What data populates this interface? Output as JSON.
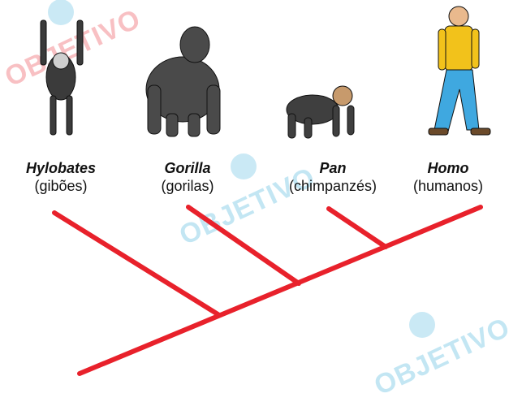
{
  "taxa": [
    {
      "genus": "Hylobates",
      "common": "(gibões)"
    },
    {
      "genus": "Gorilla",
      "common": "(gorilas)"
    },
    {
      "genus": "Pan",
      "common": "(chimpanzés)"
    },
    {
      "genus": "Homo",
      "common": "(humanos)"
    }
  ],
  "watermark": "OBJETIVO",
  "colors": {
    "tree": "#e8212b",
    "watermark_blue": "#2aa9d6",
    "watermark_red": "#e8212b"
  },
  "icons": [
    "gibbon-icon",
    "gorilla-icon",
    "chimpanzee-icon",
    "human-icon"
  ]
}
